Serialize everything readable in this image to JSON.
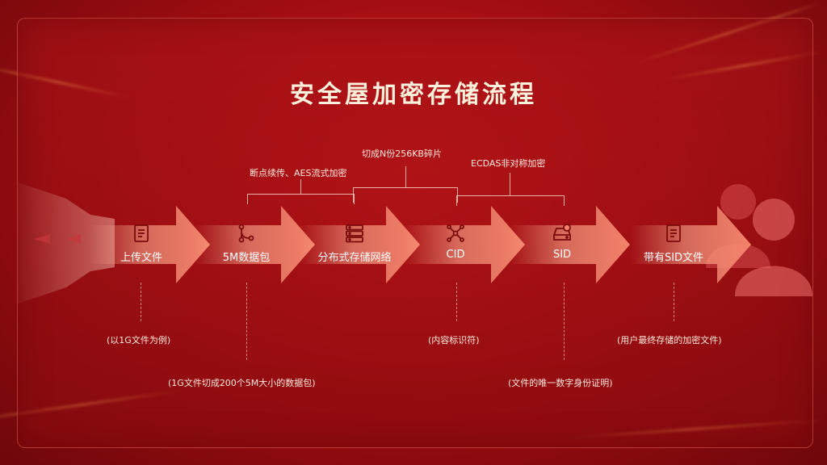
{
  "title": "安全屋加密存储流程",
  "steps": [
    {
      "label": "上传文件",
      "icon": "document-icon"
    },
    {
      "label": "5M数据包",
      "icon": "branch-icon"
    },
    {
      "label": "分布式存储网络",
      "icon": "server-icon"
    },
    {
      "label": "CID",
      "icon": "network-icon"
    },
    {
      "label": "SID",
      "icon": "disk-icon"
    },
    {
      "label": "带有SID文件",
      "icon": "document-icon"
    }
  ],
  "top_annotations": {
    "cut": "切成N份256KB碎片",
    "aes": "断点续传、AES流式加密",
    "ecdas": "ECDAS非对称加密"
  },
  "bottom_annotations": {
    "upload": "(以1G文件为例)",
    "packet": "(1G文件切成200个5M大小的数据包)",
    "cid": "(内容标识符)",
    "sid": "(文件的唯一数字身份证明)",
    "final": "(用户最终存储的加密文件)"
  },
  "colors": {
    "background": "#a50e12",
    "arrow_tip": "#f4826a",
    "title": "#fff1dc"
  }
}
